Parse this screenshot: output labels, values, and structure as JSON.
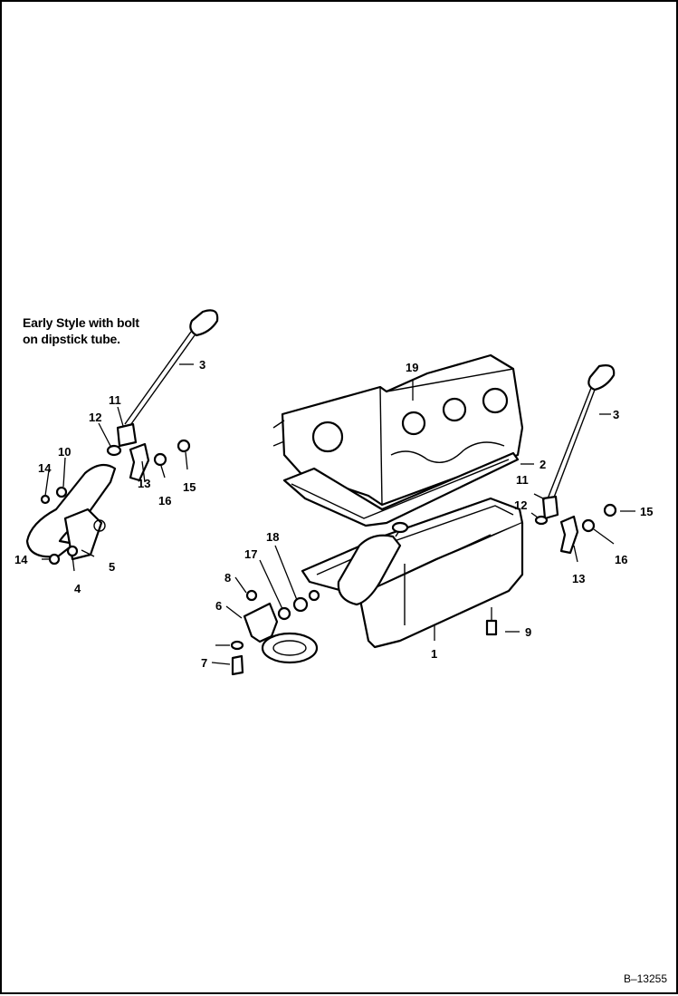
{
  "diagram": {
    "caption_lines": [
      "Early Style with bolt",
      "on dipstick tube."
    ],
    "figure_number": "B–13255",
    "callouts": {
      "c1": "1",
      "c2": "2",
      "c3l": "3",
      "c3r": "3",
      "c4": "4",
      "c5": "5",
      "c6": "6",
      "c7": "7",
      "c8": "8",
      "c9": "9",
      "c10": "10",
      "c11l": "11",
      "c11r": "11",
      "c12l": "12",
      "c12r": "12",
      "c13l": "13",
      "c13r": "13",
      "c14a": "14",
      "c14b": "14",
      "c15l": "15",
      "c15r": "15",
      "c16l": "16",
      "c16r": "16",
      "c17": "17",
      "c18": "18",
      "c19": "19"
    }
  }
}
